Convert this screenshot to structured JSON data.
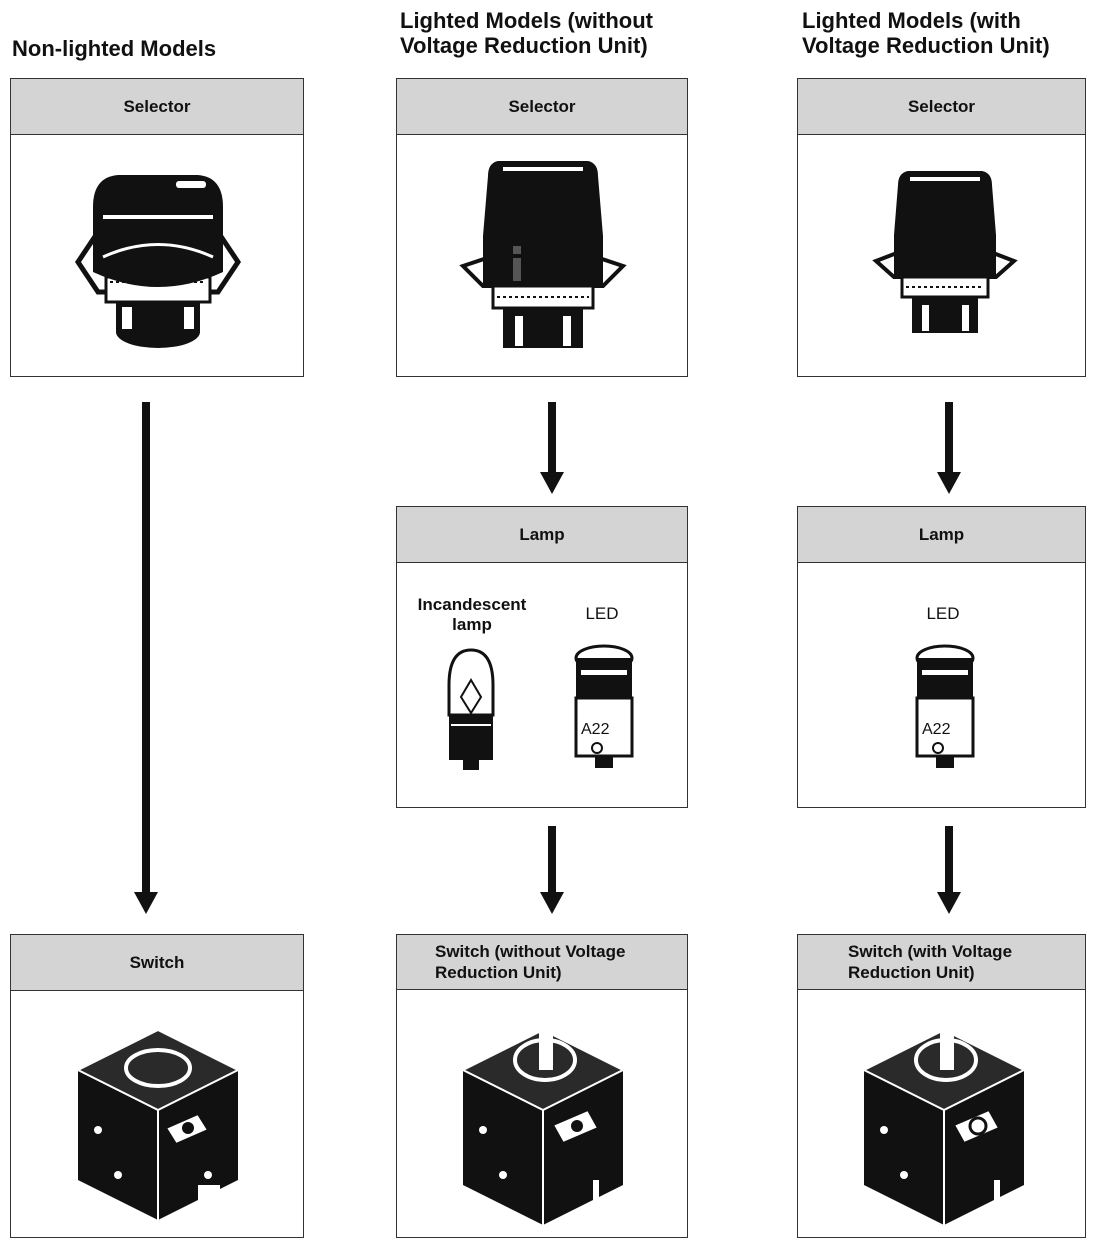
{
  "columns": [
    {
      "title": "Non-lighted Models",
      "selector_label": "Selector",
      "switch_label": "Switch"
    },
    {
      "title_line1": "Lighted Models (without",
      "title_line2": "Voltage Reduction Unit)",
      "selector_label": "Selector",
      "lamp_label": "Lamp",
      "incandescent_label_line1": "Incandescent",
      "incandescent_label_line2": "lamp",
      "led_label": "LED",
      "led_marking": "A22",
      "switch_label_line1": "Switch (without Voltage",
      "switch_label_line2": "Reduction Unit)"
    },
    {
      "title_line1": "Lighted Models (with",
      "title_line2": "Voltage Reduction Unit)",
      "selector_label": "Selector",
      "lamp_label": "Lamp",
      "led_label": "LED",
      "led_marking": "A22",
      "switch_label_line1": "Switch (with Voltage",
      "switch_label_line2": "Reduction Unit)"
    }
  ]
}
